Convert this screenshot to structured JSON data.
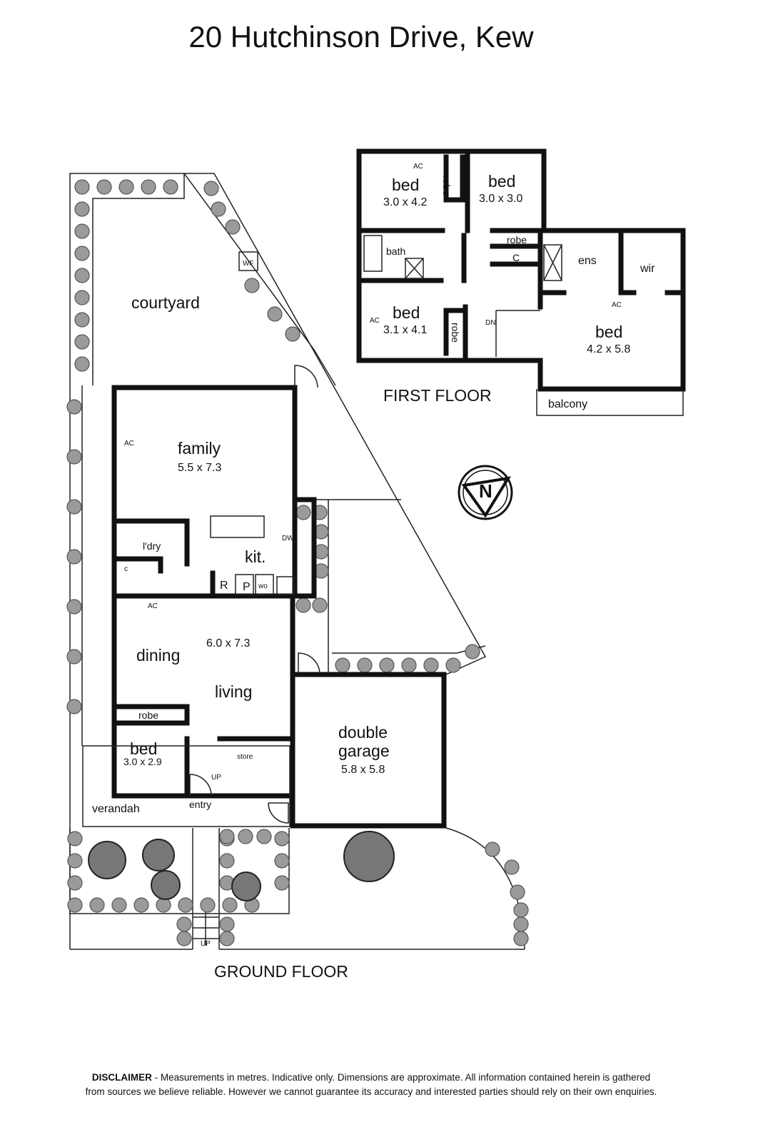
{
  "title": "20 Hutchinson Drive, Kew",
  "ground_floor": {
    "label": "GROUND FLOOR",
    "rooms": {
      "courtyard": "courtyard",
      "family": {
        "name": "family",
        "dims": "5.5 x 7.3"
      },
      "kitchen": "kit.",
      "laundry": "l'dry",
      "dining": "dining",
      "living": {
        "name": "living",
        "dims": "6.0 x 7.3"
      },
      "bed": {
        "name": "bed",
        "dims": "3.0 x 2.9"
      },
      "robe": "robe",
      "store": "store",
      "entry": "entry",
      "verandah": "verandah",
      "garage": {
        "name1": "double",
        "name2": "garage",
        "dims": "5.8 x 5.8"
      }
    },
    "fixtures": {
      "wf": "WF",
      "ac": "AC",
      "dw": "DW",
      "r": "R",
      "p": "P",
      "wo": "wo",
      "c": "c",
      "up": "UP"
    }
  },
  "first_floor": {
    "label": "FIRST FLOOR",
    "rooms": {
      "bed1": {
        "name": "bed",
        "dims": "3.0 x 4.2"
      },
      "bed2": {
        "name": "bed",
        "dims": "3.0 x 3.0"
      },
      "bed3": {
        "name": "bed",
        "dims": "3.1 x 4.1"
      },
      "bed4": {
        "name": "bed",
        "dims": "4.2 x 5.8"
      },
      "robe": "robe",
      "bath": "bath",
      "ens": "ens",
      "wir": "wir",
      "c": "C",
      "balcony": "balcony"
    },
    "fixtures": {
      "ac": "AC",
      "dn": "DN"
    }
  },
  "compass": "N",
  "disclaimer": {
    "bold": "DISCLAIMER",
    "line1": " - Measurements in metres. Indicative only. Dimensions are approximate. All information contained herein is gathered",
    "line2": "from sources we believe reliable. However we cannot guarantee its accuracy and interested parties should rely on their own enquiries."
  }
}
